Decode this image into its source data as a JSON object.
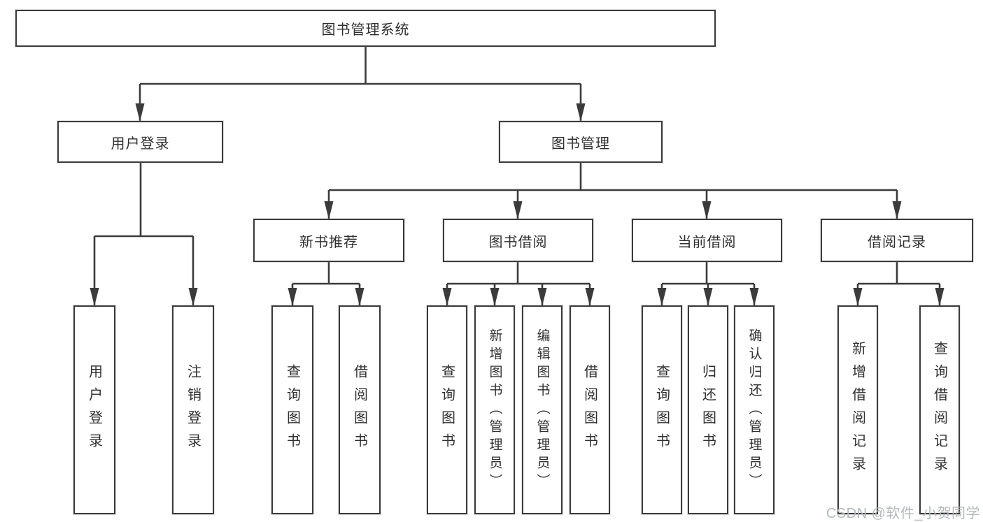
{
  "tree": {
    "label": "图书管理系统",
    "children": [
      {
        "label": "用户登录",
        "children": [
          {
            "label": "用户登录"
          },
          {
            "label": "注销登录"
          }
        ]
      },
      {
        "label": "图书管理",
        "children": [
          {
            "label": "新书推荐",
            "children": [
              {
                "label": "查询图书"
              },
              {
                "label": "借阅图书"
              }
            ]
          },
          {
            "label": "图书借阅",
            "children": [
              {
                "label": "查询图书"
              },
              {
                "label": "新增图书（管理员）"
              },
              {
                "label": "编辑图书（管理员）"
              },
              {
                "label": "借阅图书"
              }
            ]
          },
          {
            "label": "当前借阅",
            "children": [
              {
                "label": "查询图书"
              },
              {
                "label": "归还图书"
              },
              {
                "label": "确认归还（管理员）"
              }
            ]
          },
          {
            "label": "借阅记录",
            "children": [
              {
                "label": "新增借阅记录"
              },
              {
                "label": "查询借阅记录"
              }
            ]
          }
        ]
      }
    ]
  },
  "watermark": {
    "text": "CSDN @软件_小贺同学",
    "color": "#b5b8bd"
  },
  "colors": {
    "line": "#3b3b3b",
    "box_border": "#3b3b3b",
    "label_text": "#2f2f2f",
    "background": "#ffffff"
  }
}
